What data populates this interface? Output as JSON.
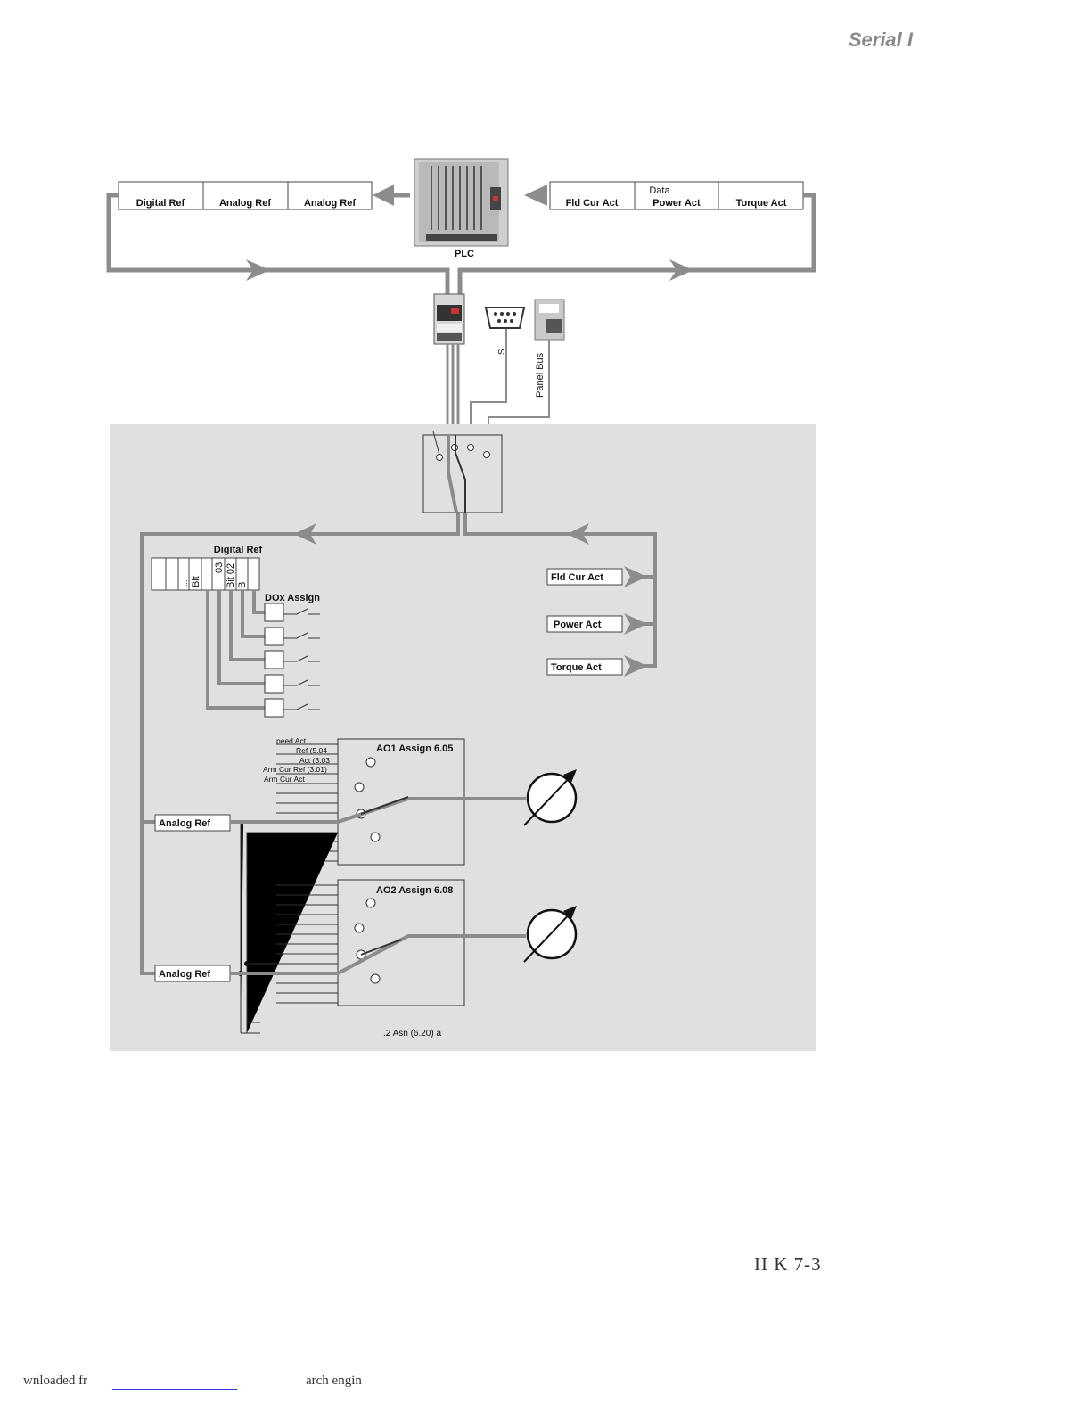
{
  "header": {
    "title": "Serial I"
  },
  "plc": {
    "label": "PLC",
    "left_fields": [
      "Digital Ref",
      "Analog Ref",
      "Analog Ref"
    ],
    "right_fields_caption": "Data",
    "right_fields": [
      "Fld Cur Act",
      "Power Act",
      "Torque Act"
    ]
  },
  "adapters": {
    "serial_label": "S",
    "panel_bus_label": "Panel Bus"
  },
  "drive": {
    "digital_ref_label": "Digital Ref",
    "bit_cells": [
      "...",
      "...",
      "Bit",
      "03",
      "Bit 02",
      "B"
    ],
    "dox_assign_label": "DOx Assign",
    "act_outputs": [
      "Fld Cur Act",
      "Power Act",
      "Torque Act"
    ],
    "analog_refs": [
      "Analog Ref",
      "Analog Ref"
    ],
    "ao1_title": "AO1 Assign 6.05",
    "ao2_title": "AO2 Assign 6.08",
    "ao1_inputs": [
      "peed Act",
      "Ref (5.04",
      "Act (3.03",
      "Arm Cur Ref (3.01)",
      "Arm Cur Act"
    ],
    "bottom_note": ".2 Asn (6.20) a"
  },
  "footer": {
    "page_number": "II K 7-3",
    "left_text": "wnloaded fr",
    "right_text": "arch engin"
  },
  "colors": {
    "line": "#8c8c8c",
    "panel": "#e0e0e0",
    "text": "#111111"
  }
}
